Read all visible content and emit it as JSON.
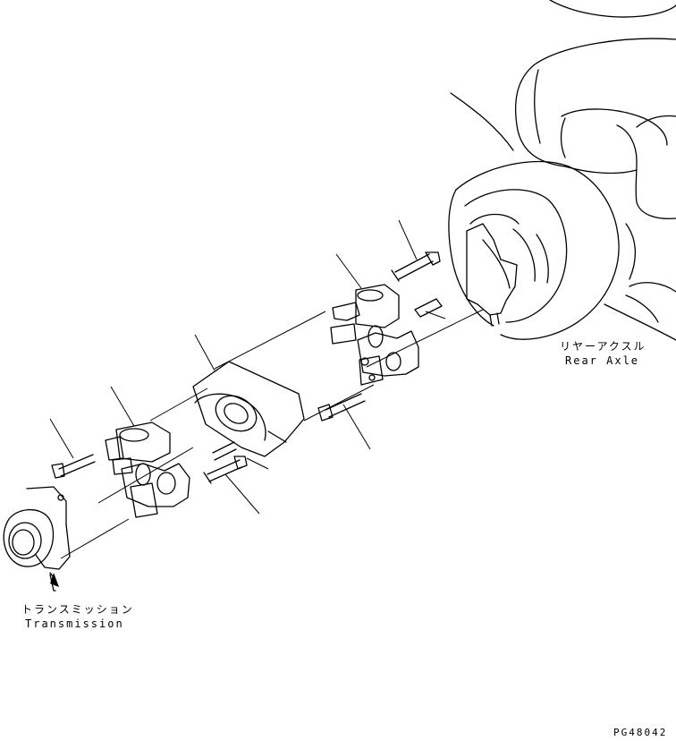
{
  "labels": {
    "rear_axle_jp": "リヤーアクスル",
    "rear_axle_en": "Rear Axle",
    "transmission_jp": "トランスミッション",
    "transmission_en": "Transmission",
    "drawing_number": "PG48042"
  }
}
